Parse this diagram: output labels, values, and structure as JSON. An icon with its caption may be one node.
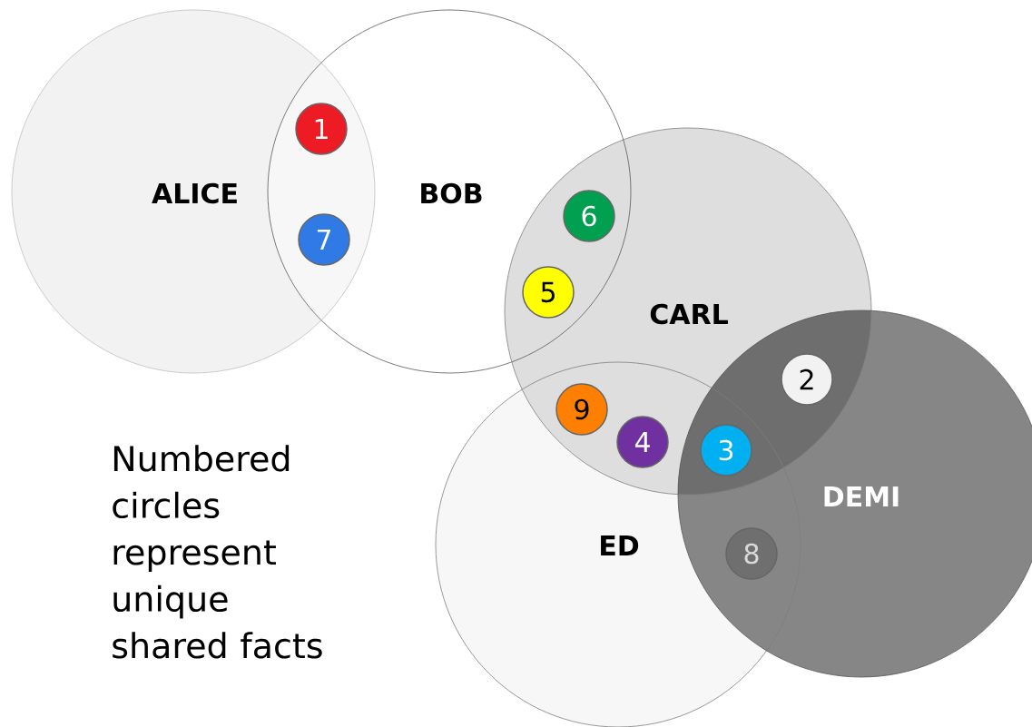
{
  "diagram": {
    "nodes": [
      {
        "text": [
          "ALICE"
        ]
      },
      {
        "text": [
          "BOB"
        ]
      },
      {
        "text": [
          "CARL"
        ]
      },
      {
        "text": [
          "ED"
        ]
      },
      {
        "text": [
          "DEMI"
        ]
      },
      {
        "text": [
          "1"
        ]
      },
      {
        "text": [
          "6"
        ]
      },
      {
        "text": [
          "7"
        ]
      },
      {
        "text": [
          "5"
        ]
      },
      {
        "text": [
          "2"
        ]
      },
      {
        "text": [
          "9"
        ]
      },
      {
        "text": [
          "4"
        ]
      },
      {
        "text": [
          "3"
        ]
      },
      {
        "text": [
          "8"
        ]
      }
    ],
    "labels": [
      "Numbered circles represent unique shared facts"
    ]
  }
}
